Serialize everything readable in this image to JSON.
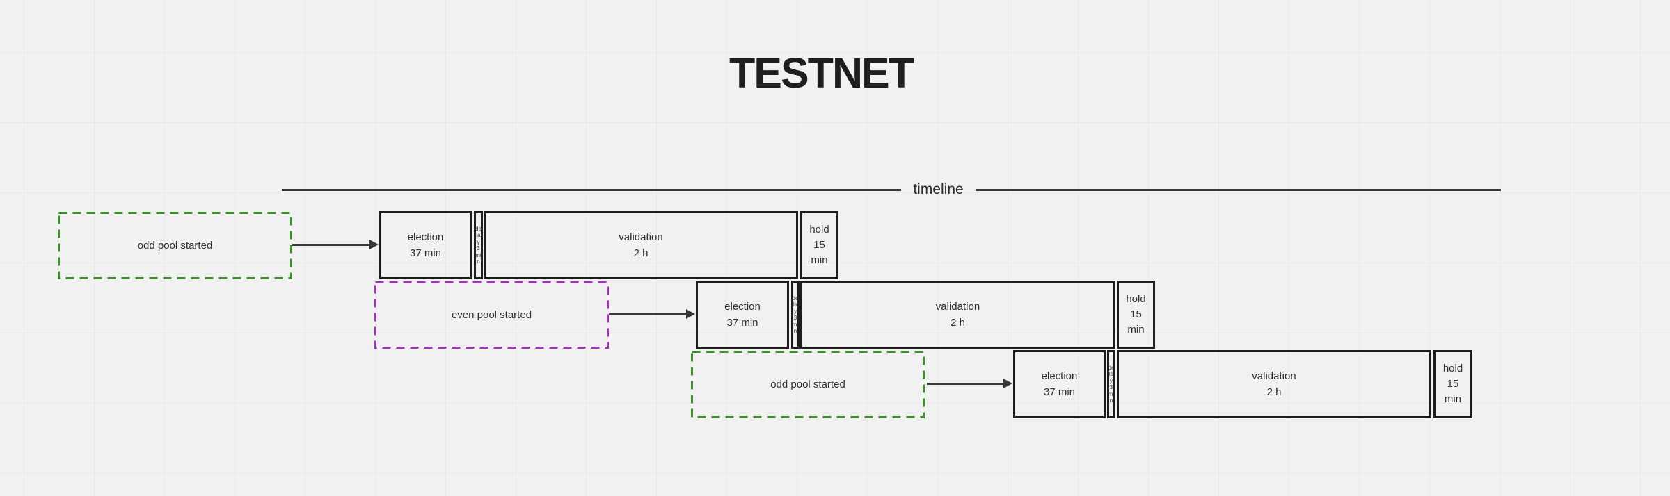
{
  "title": "TESTNET",
  "timeline": {
    "label": "timeline"
  },
  "colors": {
    "background": "#f1f1f1",
    "grid_line": "#e9e9e9",
    "box_border": "#1d1d1d",
    "connector": "#383838",
    "text": "#2f2f2f",
    "odd_pool_green": "#3f8e2c",
    "even_pool_purple": "#9b34b7"
  },
  "rows": [
    {
      "trigger": {
        "label": "odd pool started",
        "border_color": "#3f8e2c"
      },
      "election": {
        "line1": "election",
        "line2": "37 min"
      },
      "delay": {
        "label": "delay 3 min"
      },
      "validation": {
        "line1": "validation",
        "line2": "2 h"
      },
      "hold": {
        "line1": "hold",
        "line2": "15",
        "line3": "min"
      }
    },
    {
      "trigger": {
        "label": "even pool started",
        "border_color": "#9b34b7"
      },
      "election": {
        "line1": "election",
        "line2": "37 min"
      },
      "delay": {
        "label": "delay 3 min"
      },
      "validation": {
        "line1": "validation",
        "line2": "2 h"
      },
      "hold": {
        "line1": "hold",
        "line2": "15",
        "line3": "min"
      }
    },
    {
      "trigger": {
        "label": "odd pool started",
        "border_color": "#3f8e2c"
      },
      "election": {
        "line1": "election",
        "line2": "37 min"
      },
      "delay": {
        "label": "delay 3 min"
      },
      "validation": {
        "line1": "validation",
        "line2": "2 h"
      },
      "hold": {
        "line1": "hold",
        "line2": "15",
        "line3": "min"
      }
    }
  ]
}
